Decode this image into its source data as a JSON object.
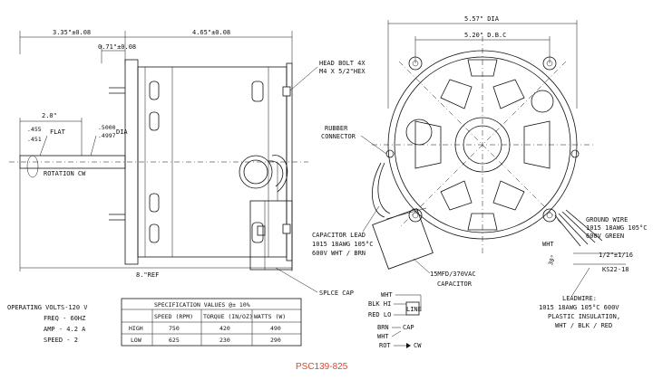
{
  "dimensions": {
    "overall_left": "3.35\"±0.08",
    "overall_mid": "4.65\"±0.08",
    "flange": "0.71\"±0.08",
    "shaft_len": "2.0\"",
    "shaft_flat_a": ".455",
    "shaft_flat_b": ".451",
    "flat": "FLAT",
    "shaft_dia_a": ".5000",
    "shaft_dia_b": ".4997",
    "dia": "DIA",
    "rotation": "ROTATION CW",
    "ref_len": "8.\"REF",
    "outer_dia": "5.57\" DIA",
    "bolt_circle": "5.20\" D.B.C",
    "angle": "30°",
    "offset": "1/2\"±1/16",
    "ks": "KS22-18"
  },
  "callouts": {
    "head_bolt_1": "HEAD BOLT 4X",
    "head_bolt_2": "M4 X 5/2\"HEX",
    "rubber_1": "RUBBER",
    "rubber_2": "CONNECTOR",
    "cap_lead_1": "CAPACITOR LEAD",
    "cap_lead_2": "1015 18AWG 105°C",
    "cap_lead_3": "600V WHT / BRN",
    "capacitor_1": "15MFD/370VAC",
    "capacitor_2": "CAPACITOR",
    "splice": "SPLCE CAP",
    "ground_1": "GROUND WIRE",
    "ground_2": "1015 18AWG 105°C",
    "ground_3": "600V GREEN",
    "wht": "WHT",
    "leadwire_1": "LEADWIRE:",
    "leadwire_2": "1015 18AWG 105°C 600V",
    "leadwire_3": "PLASTIC INSULATION,",
    "leadwire_4": "WHT / BLK / RED"
  },
  "operating": {
    "volts": "OPERATING VOLTS-120  V",
    "freq": "FREQ  - 60HZ",
    "amp": "AMP   - 4.2  A",
    "speed": "SPEED  - 2"
  },
  "spec_table": {
    "title": "SPECIFICATION  VALUES  @±  10%",
    "headers": [
      "",
      "SPEED  (RPM)",
      "TORQUE  (IN/OZ)",
      "WATTS  (W)"
    ],
    "rows": [
      [
        "HIGH",
        "750",
        "420",
        "490"
      ],
      [
        "LOW",
        "625",
        "230",
        "290"
      ]
    ]
  },
  "wiring": {
    "wht_top": "WHT",
    "blk_hi": "BLK HI",
    "line": "LINE",
    "red_lo": "RED LO",
    "brn": "BRN",
    "cap": "CAP",
    "wht_bot": "WHT",
    "rot": "ROT",
    "cw": "CW"
  },
  "model": "PSC139-825",
  "colors": {
    "line": "#111111",
    "model": "#e2452b"
  }
}
